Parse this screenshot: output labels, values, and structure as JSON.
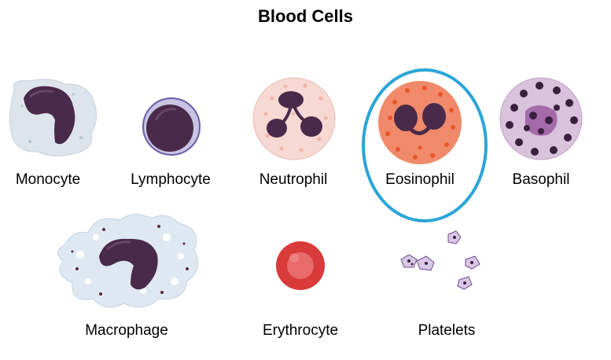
{
  "title": "Blood Cells",
  "cells": {
    "monocyte": "Monocyte",
    "lymphocyte": "Lymphocyte",
    "neutrophil": "Neutrophil",
    "eosinophil": "Eosinophil",
    "basophil": "Basophil",
    "macrophage": "Macrophage",
    "erythrocyte": "Erythrocyte",
    "platelets": "Platelets"
  },
  "highlight": {
    "target": "eosinophil",
    "color": "#2aa5d8"
  },
  "colors": {
    "nucleus": "#4a2a4a",
    "cytoplasm_pale": "#dfe6ef",
    "erythrocyte": "#d93a3a",
    "eosinophil_granules": "#e8542a",
    "basophil_granules": "#3b1f3f"
  }
}
